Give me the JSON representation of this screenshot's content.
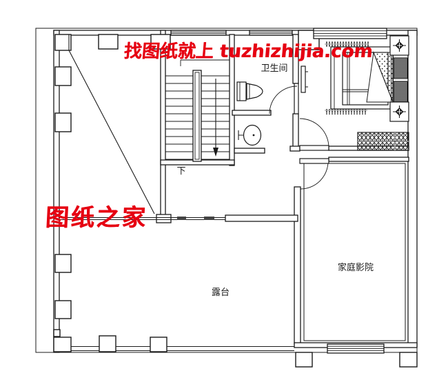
{
  "watermarks": {
    "top": "找图纸就上 tuzhizhijia.com",
    "side": "图纸之家",
    "color": "#e60012"
  },
  "labels": {
    "bathroom": "卫生间",
    "stairs_down": "下",
    "terrace": "露台",
    "home_theater": "家庭影院"
  },
  "palette": {
    "line": "#1a1a1a",
    "background": "#ffffff",
    "watermark_red": "#e60012"
  },
  "fixtures": [
    "staircase-icon",
    "toilet-icon",
    "wash-basin-icon",
    "double-bed-icon",
    "pillow-icon",
    "nightstand-lamp-icon",
    "wardrobe-icon",
    "wall-tv-icon",
    "window-icon",
    "door-swing-icon",
    "column-icon"
  ]
}
